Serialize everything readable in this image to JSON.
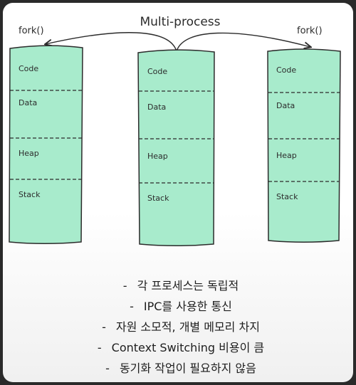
{
  "diagram": {
    "title": "Multi-process",
    "fork_label_left": "fork()",
    "fork_label_right": "fork()",
    "processes": [
      {
        "name": "left",
        "segments": [
          {
            "label": "Code"
          },
          {
            "label": "Data"
          },
          {
            "label": "Heap"
          },
          {
            "label": "Stack"
          }
        ]
      },
      {
        "name": "center",
        "segments": [
          {
            "label": "Code"
          },
          {
            "label": "Data"
          },
          {
            "label": "Heap"
          },
          {
            "label": "Stack"
          }
        ]
      },
      {
        "name": "right",
        "segments": [
          {
            "label": "Code"
          },
          {
            "label": "Data"
          },
          {
            "label": "Heap"
          },
          {
            "label": "Stack"
          }
        ]
      }
    ]
  },
  "notes": {
    "items": [
      {
        "dash": "-",
        "text": "각 프로세스는 독립적"
      },
      {
        "dash": "-",
        "text": "IPC를 사용한 통신"
      },
      {
        "dash": "-",
        "text": "자원 소모적, 개별 메모리 차지"
      },
      {
        "dash": "-",
        "text": "Context Switching 비용이 큼"
      },
      {
        "dash": "-",
        "text": "동기화 작업이 필요하지 않음"
      }
    ]
  },
  "colors": {
    "box_fill": "#a8ebcc",
    "stroke": "#2b2b2b",
    "background": "#ffffff",
    "text": "#1e1e1e"
  }
}
